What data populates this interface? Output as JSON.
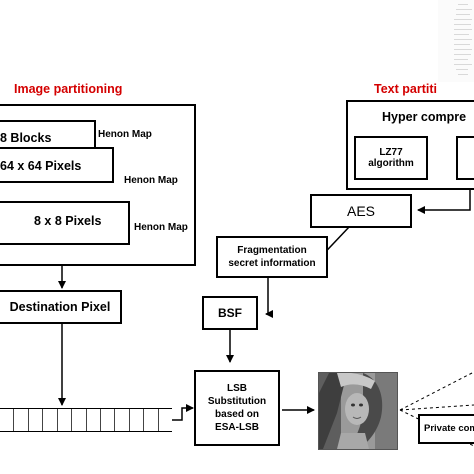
{
  "headings": {
    "image_partitioning": "Image partitioning",
    "text_partitioning": "Text partiti"
  },
  "image_stack": {
    "level1": {
      "label": "8 Blocks",
      "map": "Henon Map"
    },
    "level2": {
      "label": "64 x 64 Pixels",
      "map": "Henon Map"
    },
    "level3": {
      "label": "8 x 8 Pixels",
      "map": "Henon Map"
    }
  },
  "destination_pixel": "Destination Pixel",
  "text_stack": {
    "hyper": "Hyper compre",
    "lz77_line1": "LZ77",
    "lz77_line2": "algorithm"
  },
  "aes": "AES",
  "fragmentation_line1": "Fragmentation",
  "fragmentation_line2": "secret information",
  "bsf": "BSF",
  "lsb": {
    "line1": "LSB",
    "line2": "Substitution",
    "line3": "based on",
    "line4": "ESA-LSB"
  },
  "private_label": "Private comm",
  "colors": {
    "heading_red": "#d40000",
    "stroke": "#000000"
  }
}
